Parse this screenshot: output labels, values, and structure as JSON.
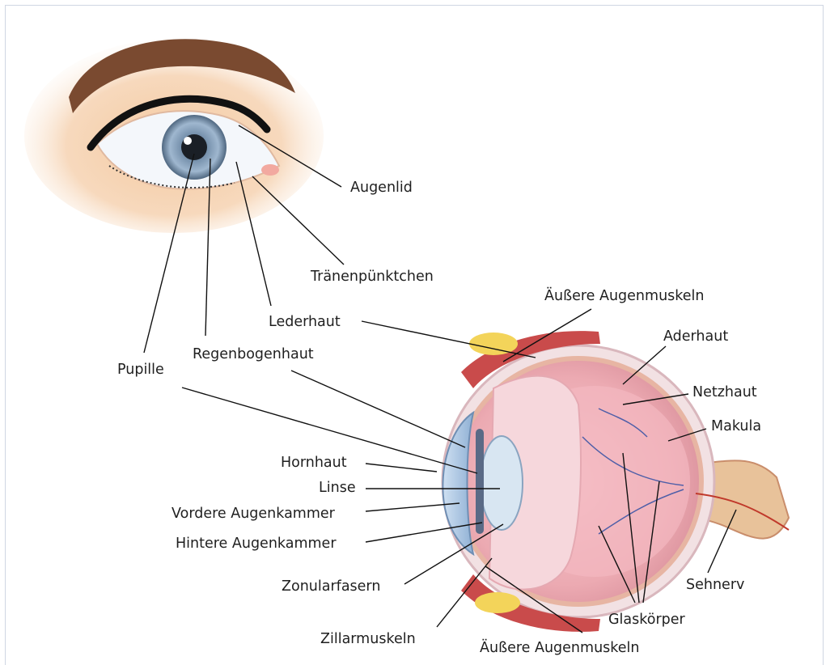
{
  "labels": {
    "augenlid": "Augenlid",
    "traenenpuenktchen": "Tränenpünktchen",
    "aeussere_augenmuskeln_top": "Äußere Augenmuskeln",
    "lederhaut": "Lederhaut",
    "aderhaut": "Aderhaut",
    "regenbogenhaut": "Regenbogenhaut",
    "pupille": "Pupille",
    "netzhaut": "Netzhaut",
    "makula": "Makula",
    "hornhaut": "Hornhaut",
    "linse": "Linse",
    "vordere_augenkammer": "Vordere Augenkammer",
    "hintere_augenkammer": "Hintere Augenkammer",
    "zonularfasern": "Zonularfasern",
    "sehnerv": "Sehnerv",
    "glaskoerper": "Glaskörper",
    "zillarmuskeln": "Zillarmuskeln",
    "aeussere_augenmuskeln_bottom": "Äußere Augenmuskeln"
  }
}
